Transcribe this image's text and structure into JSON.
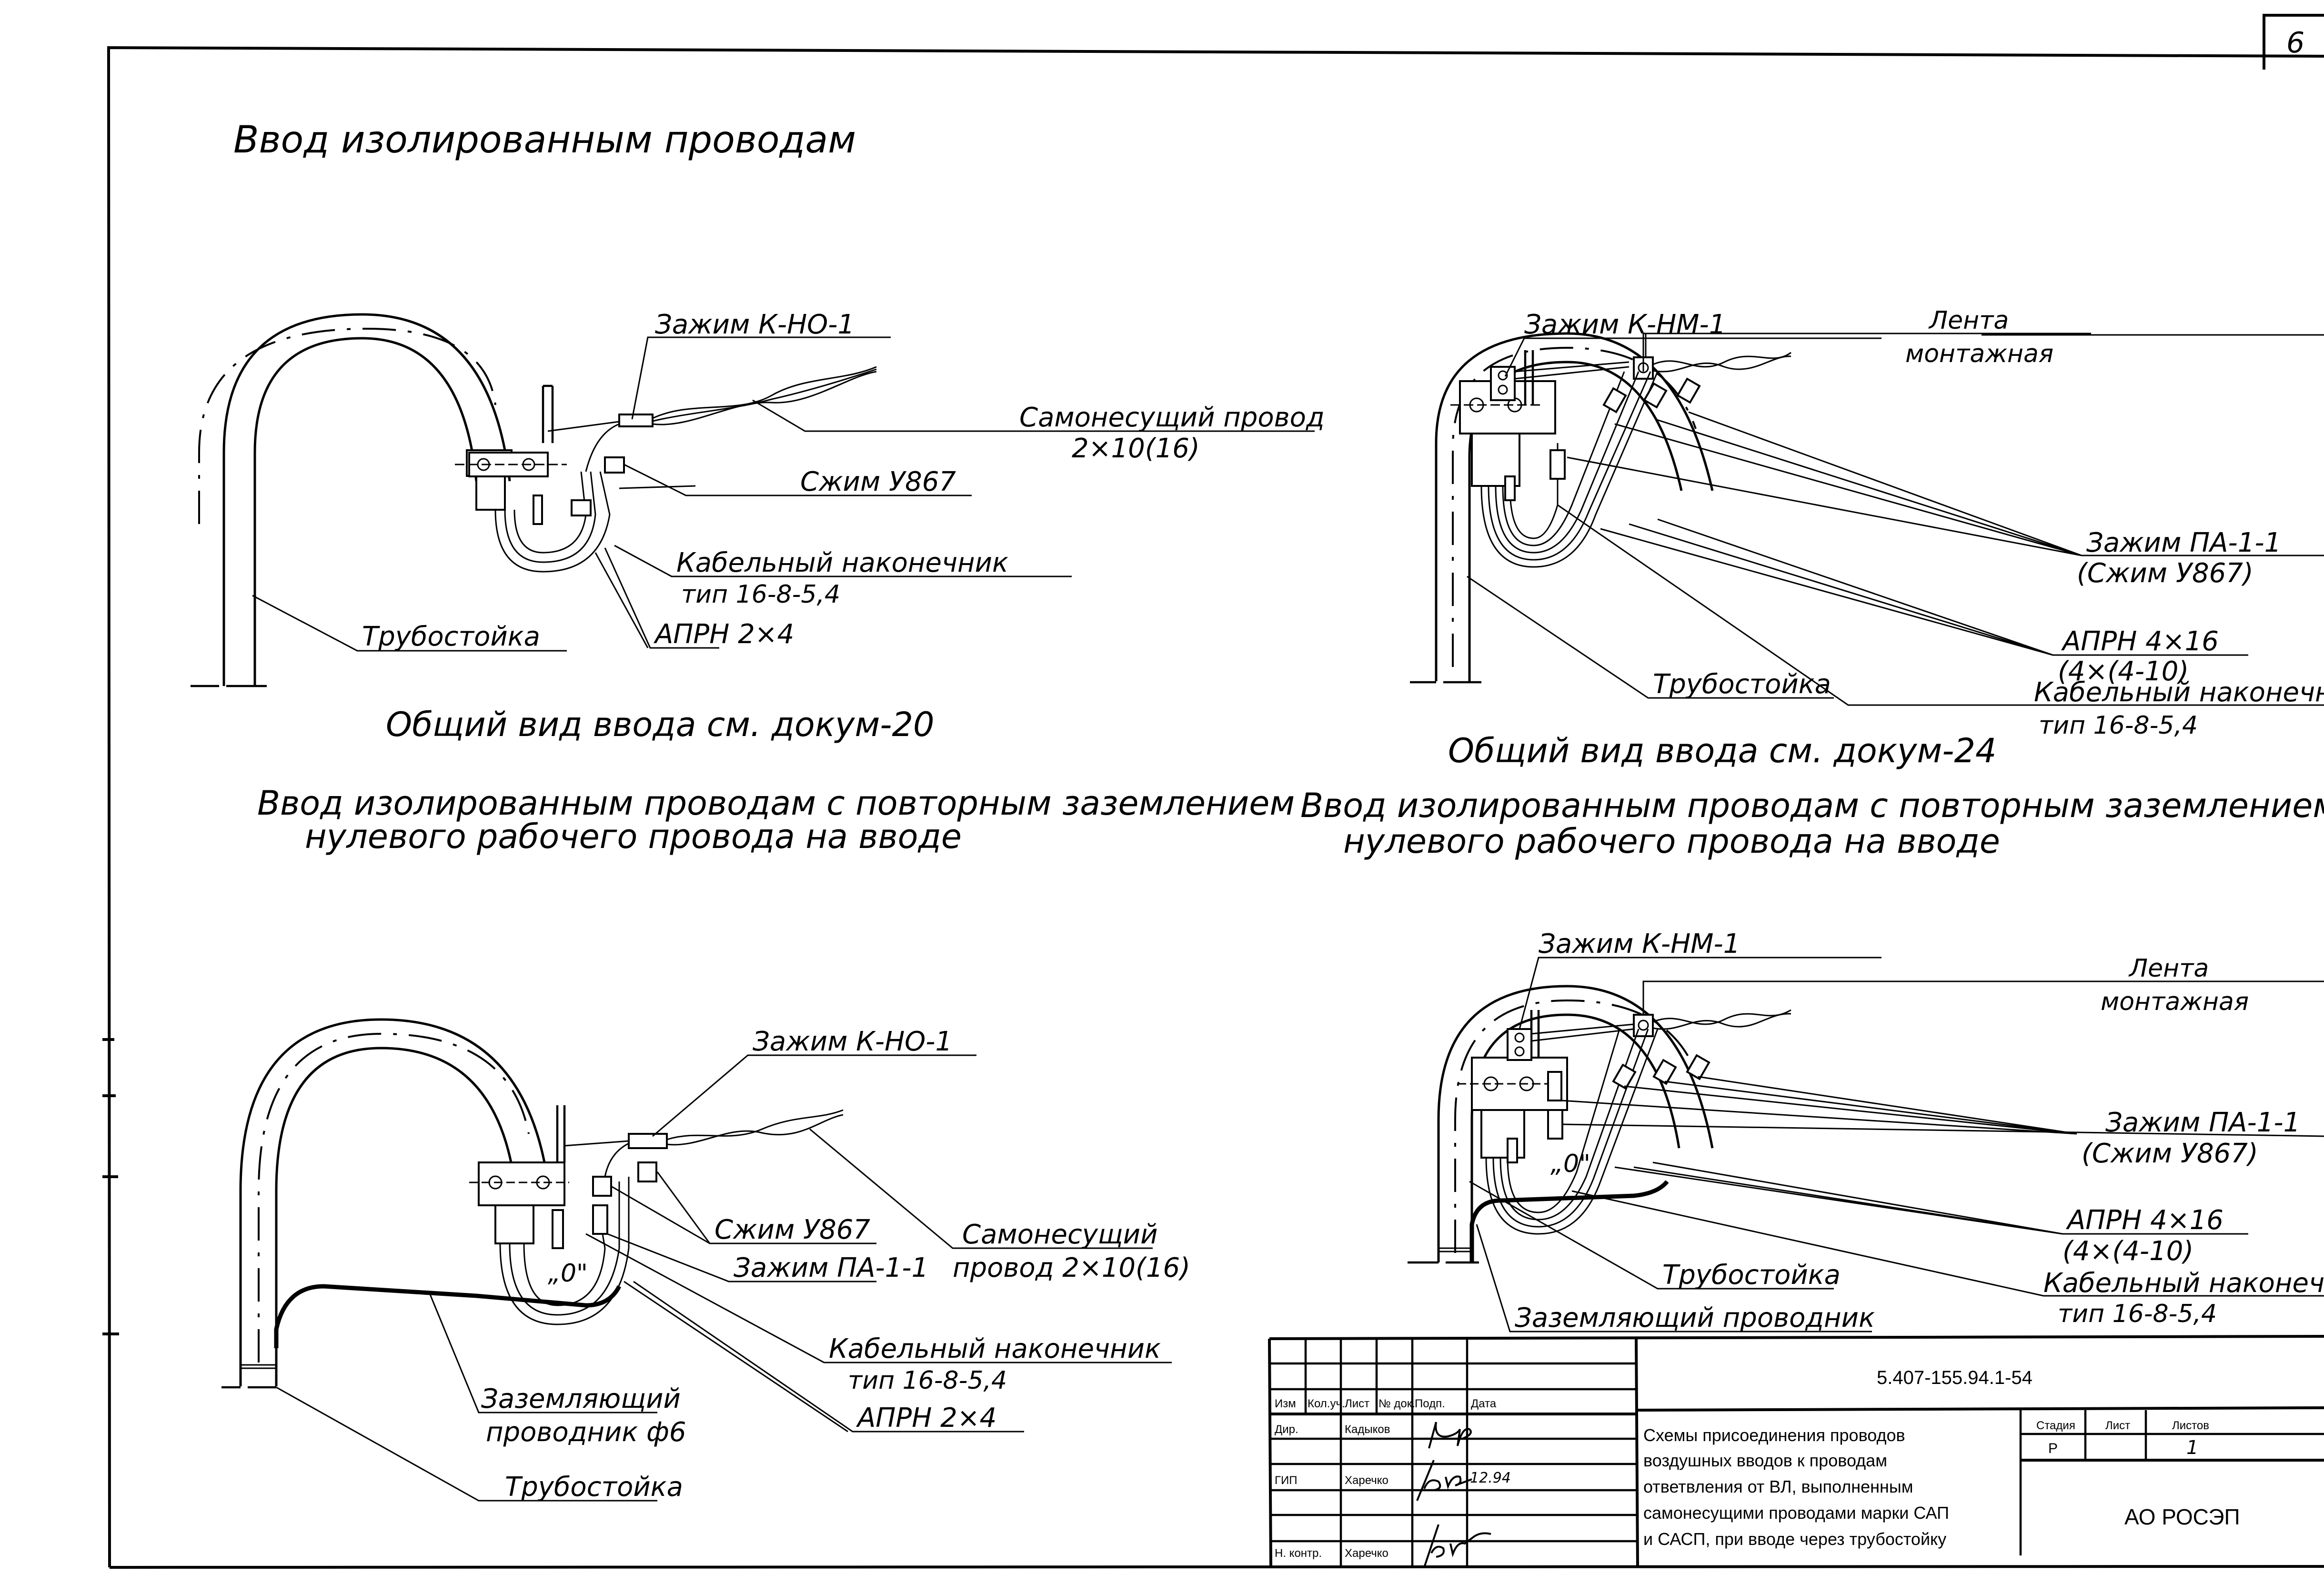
{
  "sheet": {
    "corner_mark": "6",
    "heading": "Ввод изолированным проводам"
  },
  "diagrams": [
    {
      "id": "top-left",
      "labels": {
        "clamp_k": "Зажим К-НО-1",
        "self_supporting_wire_1": "Самонесущий провод",
        "self_supporting_wire_2": "2×10(16)",
        "compression": "Сжим У867",
        "cable_lug_1": "Кабельный наконечник",
        "cable_lug_2": "тип 16-8-5,4",
        "aprn": "АПРН 2×4",
        "pipe_stand": "Трубостойка"
      },
      "caption": "Общий вид ввода см. докум-20"
    },
    {
      "id": "top-right",
      "labels": {
        "clamp_k": "Зажим К-НМ-1",
        "tape_1": "Лента",
        "tape_2": "монтажная",
        "clamp_pa_1": "Зажим ПА-1-1",
        "clamp_pa_2": "(Сжим У867)",
        "aprn_1": "АПРН 4×16",
        "aprn_2": "(4×(4-10)",
        "cable_lug_1": "Кабельный наконечник",
        "cable_lug_2": "тип 16-8-5,4",
        "pipe_stand": "Трубостойка"
      },
      "caption": "Общий вид ввода см. докум-24"
    },
    {
      "id": "bottom-left",
      "heading_1": "Ввод изолированным проводам с повторным заземлением",
      "heading_2": "нулевого рабочего провода на вводе",
      "labels": {
        "clamp_k": "Зажим К-НО-1",
        "self_supporting_wire_1": "Самонесущий",
        "self_supporting_wire_2": "провод 2×10(16)",
        "compression": "Сжим У867",
        "clamp_pa": "Зажим ПА-1-1",
        "cable_lug_1": "Кабельный наконечник",
        "cable_lug_2": "тип 16-8-5,4",
        "aprn": "АПРН 2×4",
        "ground_1": "Заземляющий",
        "ground_2": "проводник ф6",
        "pipe_stand": "Трубостойка",
        "zero": "„0\""
      }
    },
    {
      "id": "bottom-right",
      "heading_1": "Ввод изолированным проводам с повторным заземлением",
      "heading_2": "нулевого рабочего провода на вводе",
      "labels": {
        "clamp_k": "Зажим К-НМ-1",
        "tape_1": "Лента",
        "tape_2": "монтажная",
        "clamp_pa_1": "Зажим ПА-1-1",
        "clamp_pa_2": "(Сжим У867)",
        "aprn_1": "АПРН 4×16",
        "aprn_2": "(4×(4-10)",
        "cable_lug_1": "Кабельный наконечник",
        "cable_lug_2": "тип 16-8-5,4",
        "pipe_stand": "Трубостойка",
        "ground": "Заземляющий проводник",
        "zero": "„0\""
      }
    }
  ],
  "title_block": {
    "doc_code": "5.407-155.94.1-54",
    "columns": [
      "Изм",
      "Кол.уч.",
      "Лист",
      "№ док.",
      "Подп.",
      "Дата"
    ],
    "rows": [
      {
        "role": "Дир.",
        "name": "Кадыков",
        "date": ""
      },
      {
        "role": "",
        "name": "",
        "date": ""
      },
      {
        "role": "ГИП",
        "name": "Харечко",
        "date": "12.94"
      },
      {
        "role": "",
        "name": "",
        "date": ""
      },
      {
        "role": "Н. контр.",
        "name": "Харечко",
        "date": ""
      }
    ],
    "description": [
      "Схемы присоединения проводов",
      "воздушных вводов к проводам",
      "ответвления от ВЛ, выполненным",
      "самонесущими проводами марки САП",
      "и САСП, при вводе через трубостойку"
    ],
    "stage_header": "Стадия",
    "sheet_header": "Лист",
    "sheets_header": "Листов",
    "stage_value": "Р",
    "sheet_value": "",
    "sheets_value": "1",
    "organization": "АО РОСЭП"
  }
}
